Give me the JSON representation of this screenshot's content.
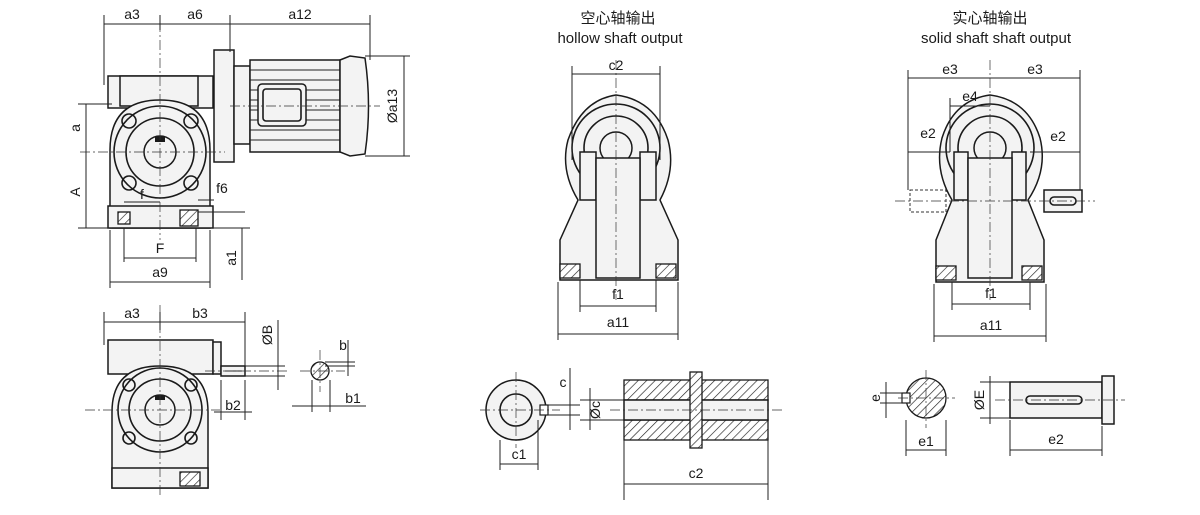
{
  "titles": {
    "hollow_cn": "空心轴输出",
    "hollow_en": "hollow shaft output",
    "solid_cn": "实心轴输出",
    "solid_en": "solid shaft shaft output"
  },
  "labels": {
    "side_view": {
      "a3": "a3",
      "a6": "a6",
      "a12": "a12",
      "a13": "Øa13",
      "a": "a",
      "A": "A",
      "f": "f",
      "f6": "f6",
      "F": "F",
      "a9": "a9",
      "a1": "a1"
    },
    "front_view": {
      "a3": "a3",
      "b3": "b3",
      "B": "ØB",
      "b2": "b2"
    },
    "key_detail": {
      "b": "b",
      "b1": "b1"
    },
    "hollow": {
      "c2": "c2",
      "f1": "f1",
      "a11": "a11"
    },
    "hollow_detail": {
      "c": "c",
      "c_dia": "Øc",
      "c1": "c1",
      "c2": "c2"
    },
    "solid": {
      "e3_left": "e3",
      "e3_right": "e3",
      "e4": "e4",
      "e2_left": "e2",
      "e2_right": "e2",
      "f1": "f1",
      "a11": "a11"
    },
    "solid_detail": {
      "e": "e",
      "E": "ØE",
      "e1": "e1",
      "e2": "e2"
    }
  },
  "colors": {
    "line": "#1a1a1a",
    "body_fill": "#f3f3f3",
    "background": "#ffffff"
  }
}
